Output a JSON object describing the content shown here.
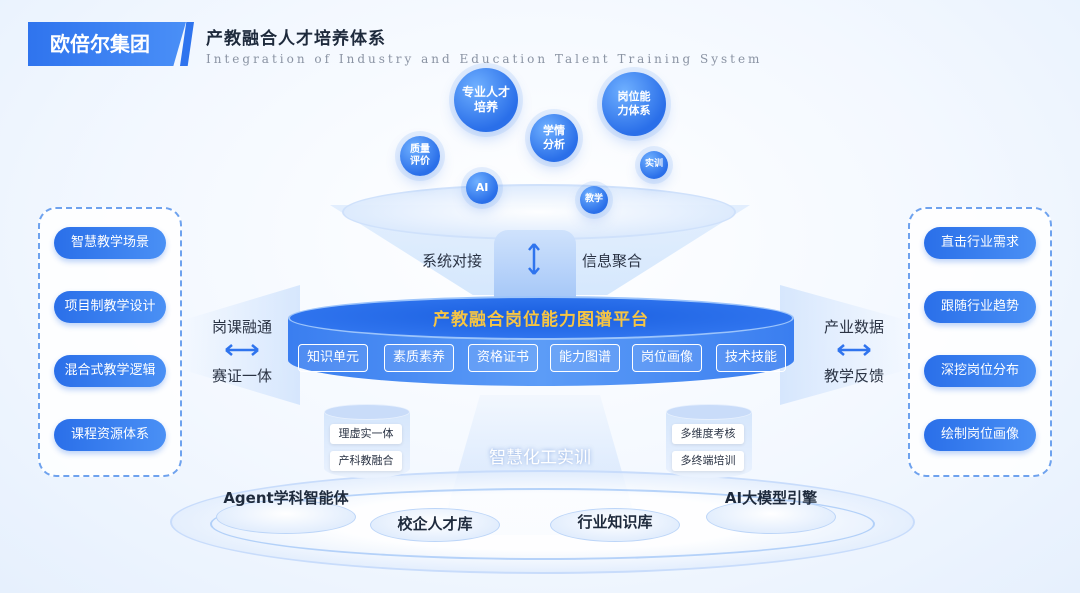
{
  "header": {
    "brand": "欧倍尔集团",
    "title": "产教融合人才培养体系",
    "subtitle": "Integration of Industry and Education Talent Training System"
  },
  "left_panel": {
    "items": [
      "智慧教学场景",
      "项目制教学设计",
      "混合式教学逻辑",
      "课程资源体系"
    ]
  },
  "right_panel": {
    "items": [
      "直击行业需求",
      "跟随行业趋势",
      "深挖岗位分布",
      "绘制岗位画像"
    ]
  },
  "left_flow": {
    "top": "岗课融通",
    "bottom": "赛证一体"
  },
  "right_flow": {
    "top": "产业数据",
    "bottom": "教学反馈"
  },
  "bubbles": {
    "zhuanye": "专业人才培养",
    "gangwei": "岗位能力体系",
    "xueqing": "学情分析",
    "zhiliang": "质量评价",
    "ai": "AI",
    "shixun": "实训",
    "jiaoxue": "教学"
  },
  "center": {
    "left_label": "系统对接",
    "right_label": "信息聚合"
  },
  "platform": {
    "title": "产教融合岗位能力图谱平台",
    "tags": [
      "知识单元",
      "素质素养",
      "资格证书",
      "能力图谱",
      "岗位画像",
      "技术技能"
    ]
  },
  "left_cylinder": {
    "tags": [
      "理虚实一体",
      "产科教融合"
    ]
  },
  "right_cylinder": {
    "tags": [
      "多维度考核",
      "多终端培训"
    ]
  },
  "base": {
    "center_label": "智慧化工实训",
    "items": [
      "Agent学科智能体",
      "校企人才库",
      "行业知识库",
      "AI大模型引擎"
    ]
  },
  "colors": {
    "primary": "#2f74ee",
    "platform_title": "#f6c544",
    "panel_border": "#6ea2ee"
  }
}
